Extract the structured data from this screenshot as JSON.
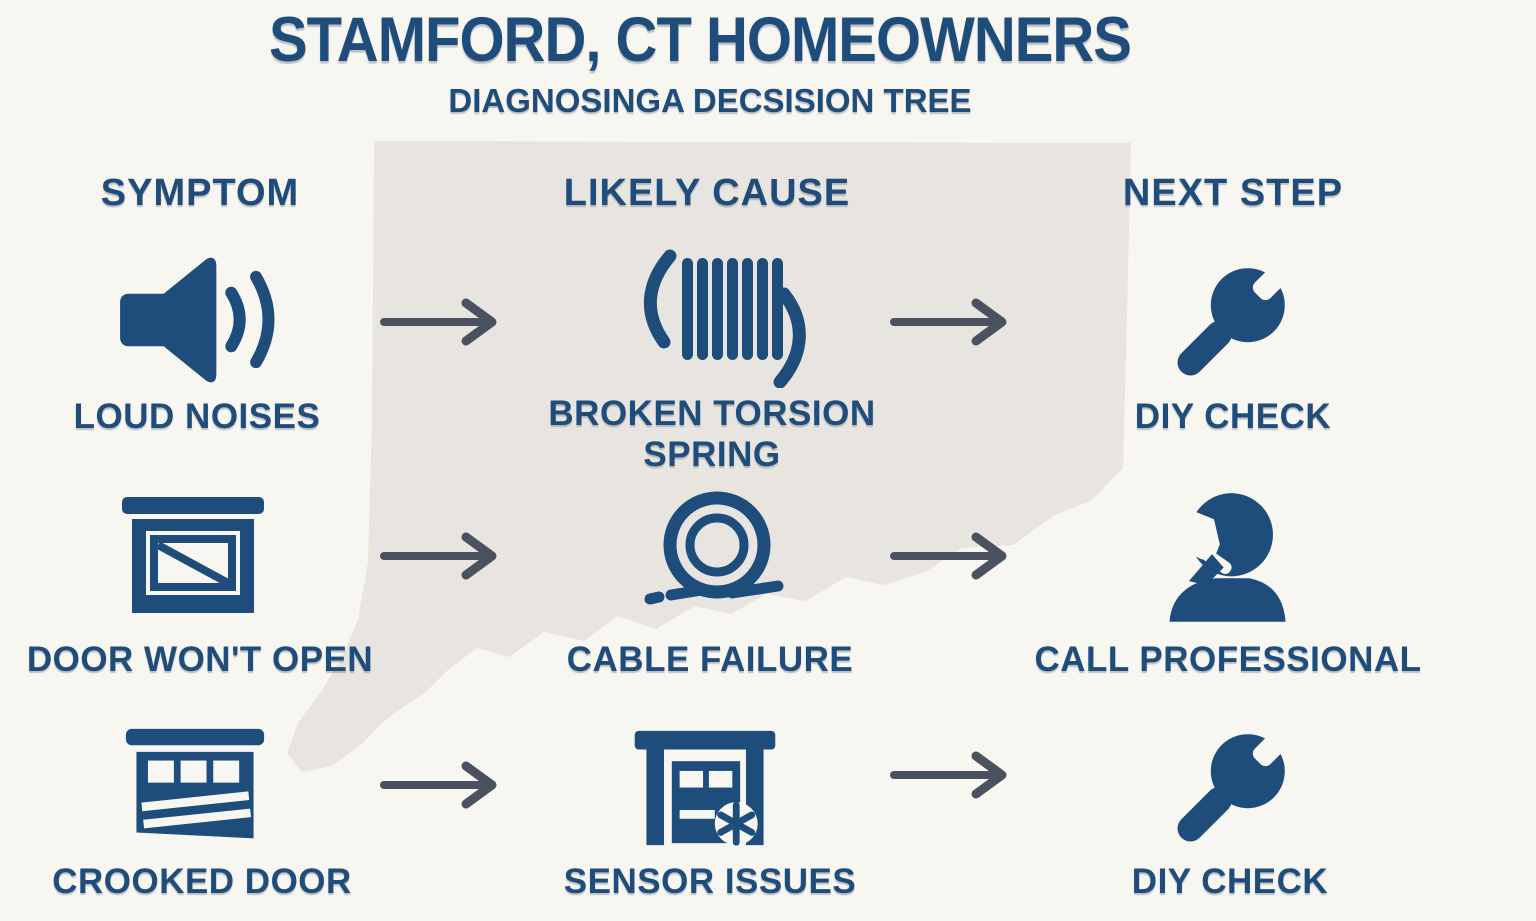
{
  "header": {
    "title": "STAMFORD, CT HOMEOWNERS",
    "subtitle": "DIAGNOSINGA DECSISION TREE"
  },
  "columns": [
    {
      "label": "SYMPTOM"
    },
    {
      "label": "LIKELY CAUSE"
    },
    {
      "label": "NEXT STEP"
    }
  ],
  "rows": [
    {
      "symptom": {
        "label": "LOUD NOISES",
        "icon": "speaker-icon"
      },
      "cause": {
        "label": "BROKEN TORSION SPRING",
        "icon": "torsion-spring-icon"
      },
      "next": {
        "label": "DIY CHECK",
        "icon": "wrench-icon"
      }
    },
    {
      "symptom": {
        "label": "DOOR WON'T OPEN",
        "icon": "garage-door-closed-icon"
      },
      "cause": {
        "label": "CABLE FAILURE",
        "icon": "coiled-cable-icon"
      },
      "next": {
        "label": "CALL PROFESSIONAL",
        "icon": "person-on-phone-icon"
      }
    },
    {
      "symptom": {
        "label": "CROOKED DOOR",
        "icon": "crooked-garage-door-icon"
      },
      "cause": {
        "label": "SENSOR ISSUES",
        "icon": "garage-sensor-icon"
      },
      "next": {
        "label": "DIY CHECK",
        "icon": "wrench-icon"
      }
    }
  ],
  "background_shape": "connecticut-map-silhouette",
  "colors": {
    "navy": "#1e4d7b",
    "arrow_gray": "#49525e",
    "background": "#f8f6f1",
    "map_gray": "#e8e5e0"
  }
}
